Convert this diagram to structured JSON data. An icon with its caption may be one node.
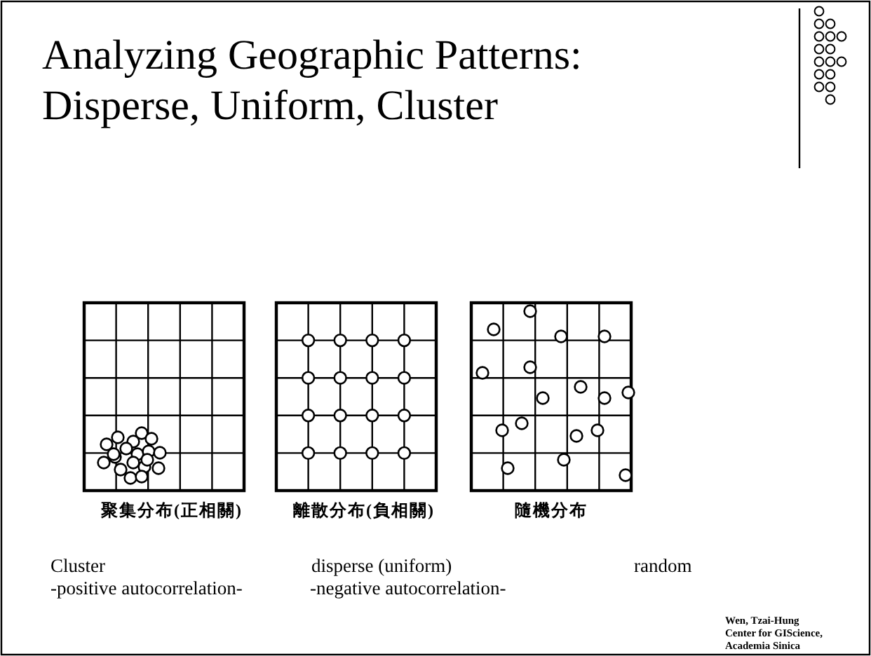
{
  "diagram": {
    "title": "Analyzing Geographic Patterns: Disperse, Uniform, Cluster",
    "labels": [
      "聚集分布(正相關)",
      "離散分布(負相關)",
      "隨機分布",
      "Cluster",
      "disperse (uniform)",
      "random",
      "-positive autocorrelation-",
      "-negative autocorrelation-",
      "Wen, Tzai-Hung",
      "Center for GIScience,",
      "Academia Sinica"
    ]
  }
}
